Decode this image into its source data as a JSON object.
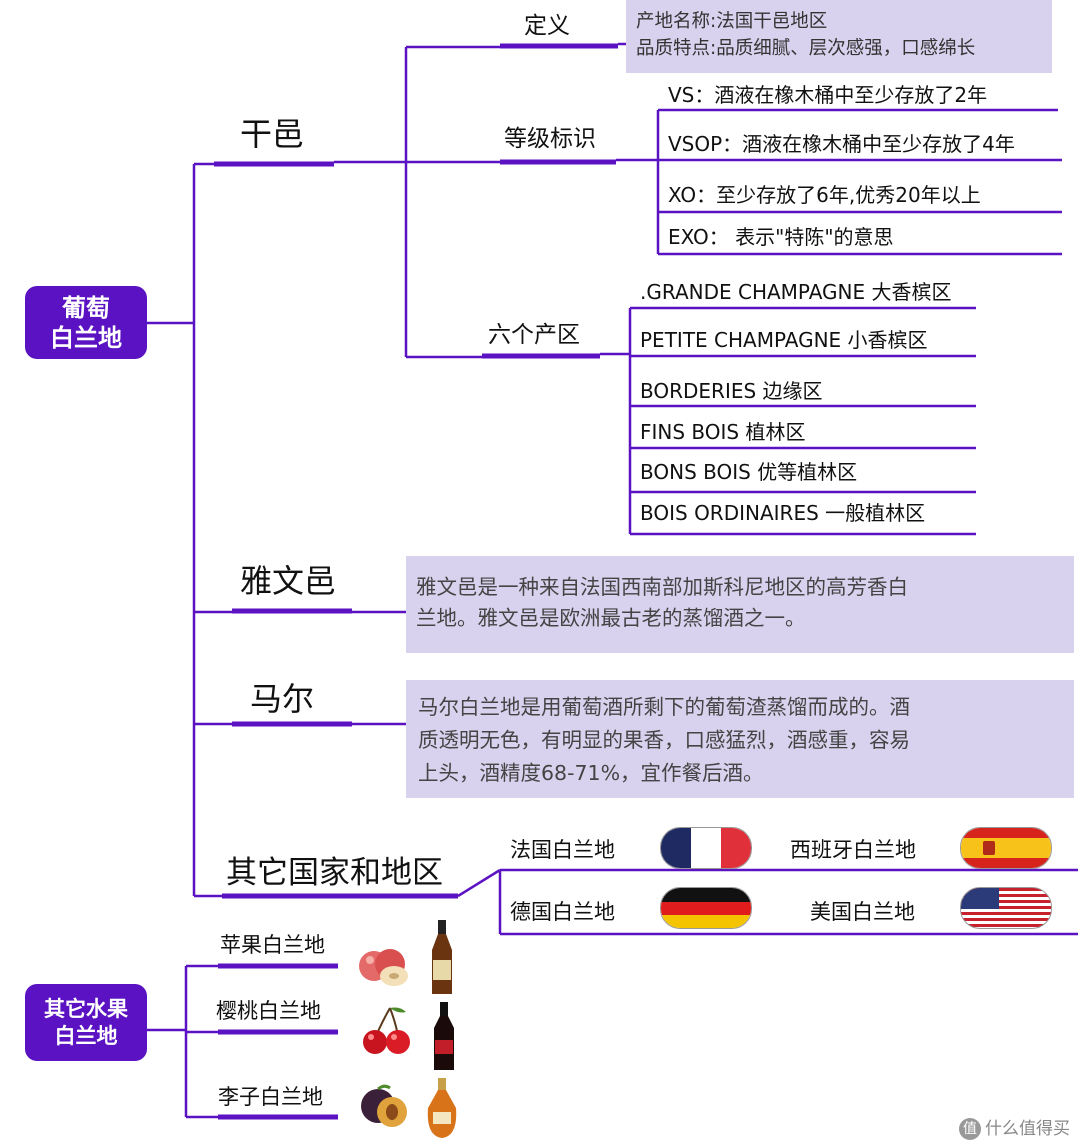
{
  "colors": {
    "accent": "#5a12c2",
    "line": "#5a12c2",
    "box_bg": "#d9d2ee"
  },
  "root1": {
    "line1": "葡萄",
    "line2": "白兰地"
  },
  "root2": {
    "line1": "其它水果",
    "line2": "白兰地"
  },
  "cognac": {
    "label": "干邑",
    "definition": {
      "label": "定义",
      "lines": [
        "产地名称:法国干邑地区",
        "品质特点:品质细腻、层次感强，口感绵长"
      ]
    },
    "grades": {
      "label": "等级标识",
      "items": [
        "VS：酒液在橡木桶中至少存放了2年",
        "VSOP：酒液在橡木桶中至少存放了4年",
        "XO：至少存放了6年,优秀20年以上",
        "EXO：  表示\"特陈\"的意思"
      ]
    },
    "regions": {
      "label": "六个产区",
      "items": [
        ".GRANDE CHAMPAGNE 大香槟区",
        "PETITE CHAMPAGNE 小香槟区",
        "BORDERIES 边缘区",
        "FINS BOIS 植林区",
        "BONS BOIS 优等植林区",
        "BOIS ORDINAIRES 一般植林区"
      ]
    }
  },
  "armagnac": {
    "label": "雅文邑",
    "lines": [
      "雅文邑是一种来自法国西南部加斯科尼地区的高芳香白",
      "兰地。雅文邑是欧洲最古老的蒸馏酒之一。"
    ]
  },
  "marc": {
    "label": "马尔",
    "lines": [
      "马尔白兰地是用葡萄酒所剩下的葡萄渣蒸馏而成的。酒",
      "质透明无色，有明显的果香，口感猛烈，酒感重，容易",
      "上头，酒精度68-71%，宜作餐后酒。"
    ]
  },
  "others": {
    "label": "其它国家和地区",
    "items": [
      {
        "label": "法国白兰地",
        "flag": "france-flag"
      },
      {
        "label": "西班牙白兰地",
        "flag": "spain-flag"
      },
      {
        "label": "德国白兰地",
        "flag": "germany-flag"
      },
      {
        "label": "美国白兰地",
        "flag": "usa-flag"
      }
    ]
  },
  "fruit": {
    "items": [
      {
        "label": "苹果白兰地",
        "fruit": "apple-image",
        "bottle": "bottle-image"
      },
      {
        "label": "樱桃白兰地",
        "fruit": "cherry-image",
        "bottle": "bottle-image"
      },
      {
        "label": "李子白兰地",
        "fruit": "plum-image",
        "bottle": "bottle-image"
      }
    ]
  },
  "watermark": {
    "icon": "值",
    "text": "什么值得买"
  }
}
